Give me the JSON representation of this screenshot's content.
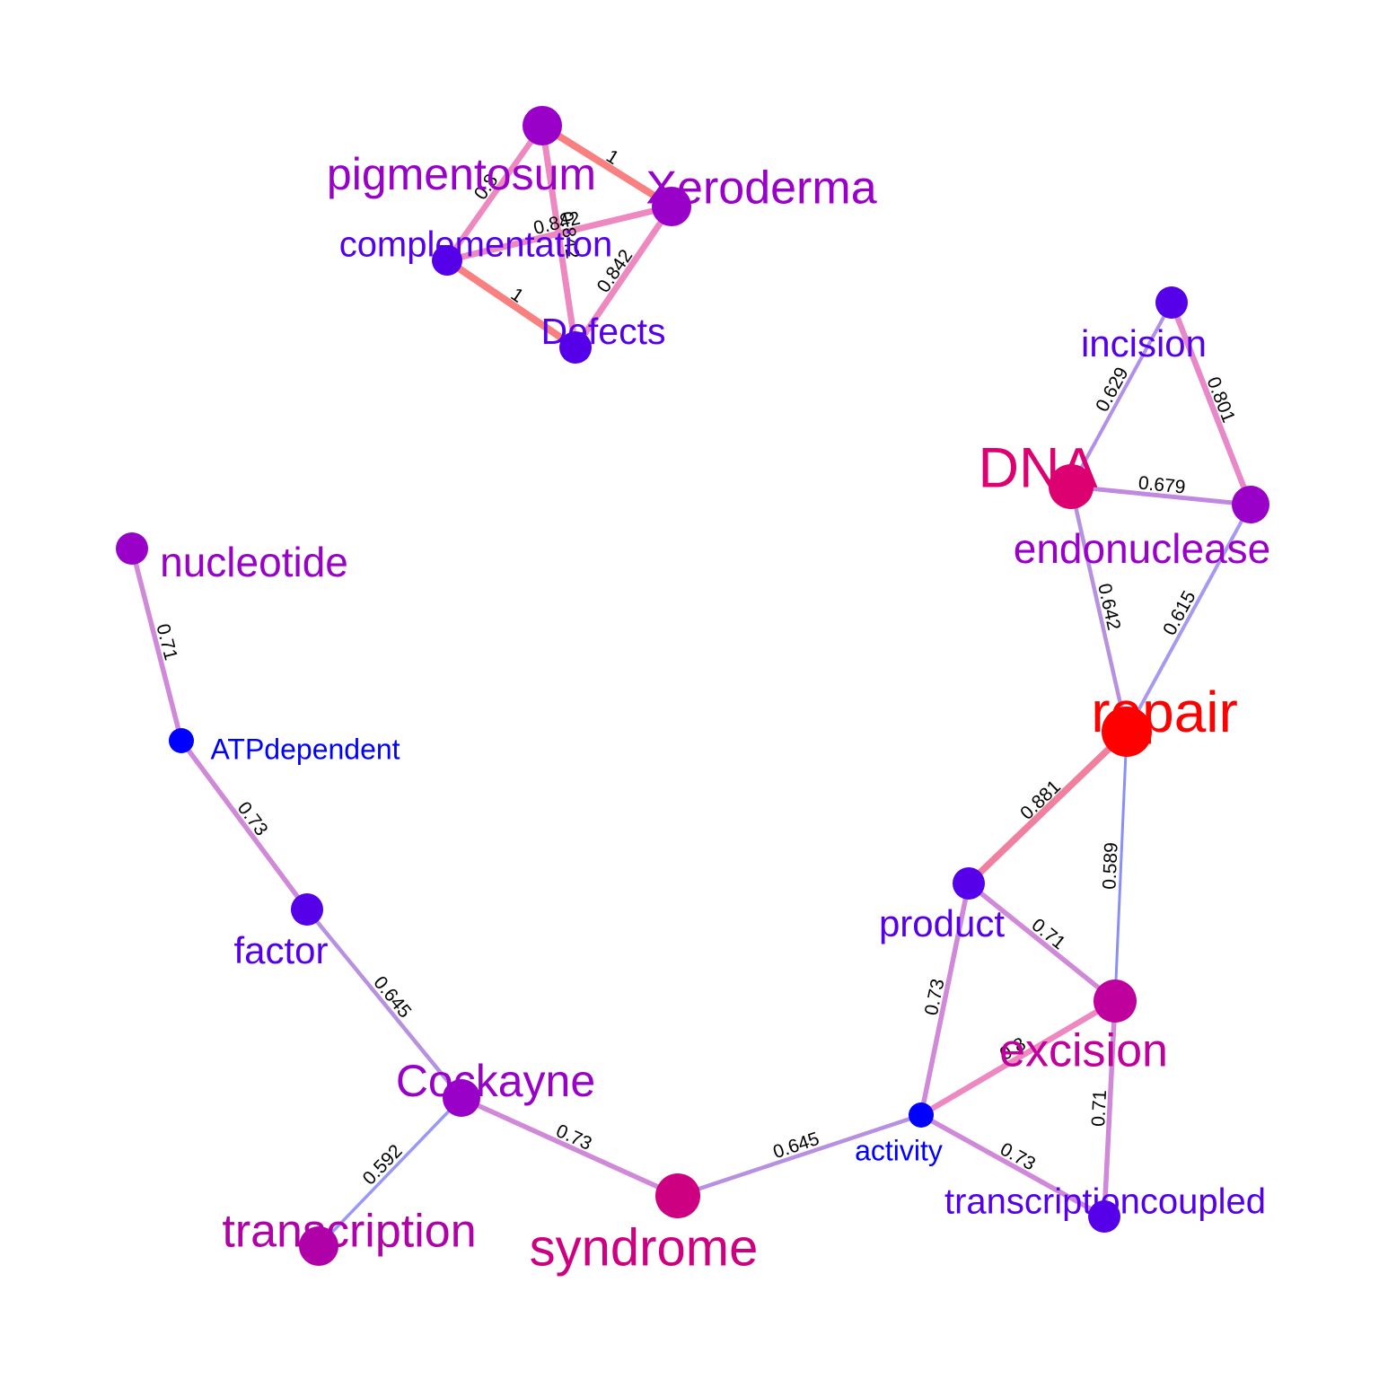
{
  "nodes": [
    {
      "id": "pigmentosum",
      "label": "pigmentosum",
      "color": "#9900c8"
    },
    {
      "id": "xeroderma",
      "label": "Xeroderma",
      "color": "#9900c8"
    },
    {
      "id": "complementation",
      "label": "complementation",
      "color": "#5500e8"
    },
    {
      "id": "defects",
      "label": "Defects",
      "color": "#5500e8"
    },
    {
      "id": "incision",
      "label": "incision",
      "color": "#5500e8"
    },
    {
      "id": "dna",
      "label": "DNA",
      "color": "#dd0070"
    },
    {
      "id": "endonuclease",
      "label": "endonuclease",
      "color": "#9900c8"
    },
    {
      "id": "repair",
      "label": "repair",
      "color": "#ff0000"
    },
    {
      "id": "nucleotide",
      "label": "nucleotide",
      "color": "#9900c8"
    },
    {
      "id": "atpdependent",
      "label": "ATPdependent",
      "color": "#0000ff"
    },
    {
      "id": "factor",
      "label": "factor",
      "color": "#5500e8"
    },
    {
      "id": "product",
      "label": "product",
      "color": "#5500e8"
    },
    {
      "id": "excision",
      "label": "excision",
      "color": "#c0009c"
    },
    {
      "id": "cockayne",
      "label": "Cockayne",
      "color": "#9900c8"
    },
    {
      "id": "activity",
      "label": "activity",
      "color": "#0000ff"
    },
    {
      "id": "transcription",
      "label": "transcription",
      "color": "#b000a8"
    },
    {
      "id": "syndrome",
      "label": "syndrome",
      "color": "#cc0080"
    },
    {
      "id": "transcriptioncoupled",
      "label": "transcriptioncoupled",
      "color": "#5500e8"
    }
  ],
  "edges": [
    {
      "source": "pigmentosum",
      "target": "xeroderma",
      "label": "1",
      "color": "#f88080"
    },
    {
      "source": "pigmentosum",
      "target": "complementation",
      "label": "0.8",
      "color": "#ee88c0"
    },
    {
      "source": "pigmentosum",
      "target": "defects",
      "label": "0.842",
      "color": "#ee88c0"
    },
    {
      "source": "xeroderma",
      "target": "complementation",
      "label": "0.842",
      "color": "#ee88c0"
    },
    {
      "source": "xeroderma",
      "target": "defects",
      "label": "0.842",
      "color": "#ee88c0"
    },
    {
      "source": "complementation",
      "target": "defects",
      "label": "1",
      "color": "#f88080"
    },
    {
      "source": "incision",
      "target": "dna",
      "label": "0.629",
      "color": "#b090e8"
    },
    {
      "source": "incision",
      "target": "endonuclease",
      "label": "0.801",
      "color": "#e888c8"
    },
    {
      "source": "dna",
      "target": "endonuclease",
      "label": "0.679",
      "color": "#c088e0"
    },
    {
      "source": "dna",
      "target": "repair",
      "label": "0.642",
      "color": "#b890e0"
    },
    {
      "source": "endonuclease",
      "target": "repair",
      "label": "0.615",
      "color": "#a898f0"
    },
    {
      "source": "repair",
      "target": "product",
      "label": "0.881",
      "color": "#f080a0"
    },
    {
      "source": "repair",
      "target": "excision",
      "label": "0.589",
      "color": "#8890f8"
    },
    {
      "source": "nucleotide",
      "target": "atpdependent",
      "label": "0.71",
      "color": "#d088d8"
    },
    {
      "source": "atpdependent",
      "target": "factor",
      "label": "0.73",
      "color": "#d088d8"
    },
    {
      "source": "factor",
      "target": "cockayne",
      "label": "0.645",
      "color": "#b890e0"
    },
    {
      "source": "product",
      "target": "excision",
      "label": "0.71",
      "color": "#d088d8"
    },
    {
      "source": "product",
      "target": "activity",
      "label": "0.73",
      "color": "#d088d8"
    },
    {
      "source": "activity",
      "target": "excision",
      "label": "0.8",
      "color": "#ee88c0"
    },
    {
      "source": "excision",
      "target": "transcriptioncoupled",
      "label": "0.71",
      "color": "#d088d8"
    },
    {
      "source": "activity",
      "target": "transcriptioncoupled",
      "label": "0.73",
      "color": "#d088d8"
    },
    {
      "source": "cockayne",
      "target": "syndrome",
      "label": "0.73",
      "color": "#d088d8"
    },
    {
      "source": "cockayne",
      "target": "transcription",
      "label": "0.592",
      "color": "#9898f8"
    },
    {
      "source": "syndrome",
      "target": "activity",
      "label": "0.645",
      "color": "#b890e0"
    }
  ]
}
